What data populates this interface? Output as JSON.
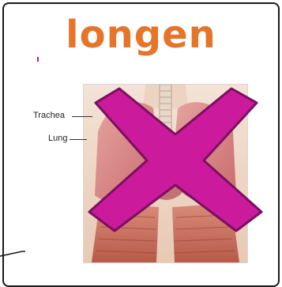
{
  "title": "longen",
  "labels": {
    "trachea": "Trachea",
    "lung": "Lung"
  },
  "colors": {
    "title": "#e5752a",
    "cross_fill": "#cc1a9c",
    "cross_stroke": "#7a1060"
  },
  "icons": {
    "cross": "x-mark-icon"
  }
}
